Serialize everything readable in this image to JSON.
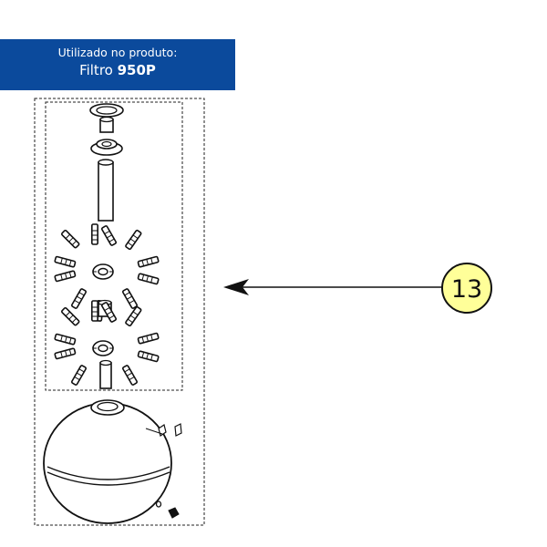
{
  "banner": {
    "line1": "Utilizado no produto:",
    "line2_prefix": "Filtro",
    "line2_model": "950P",
    "background": "#0b4a9c"
  },
  "callout": {
    "number": "13",
    "fill": "#ffff99"
  }
}
